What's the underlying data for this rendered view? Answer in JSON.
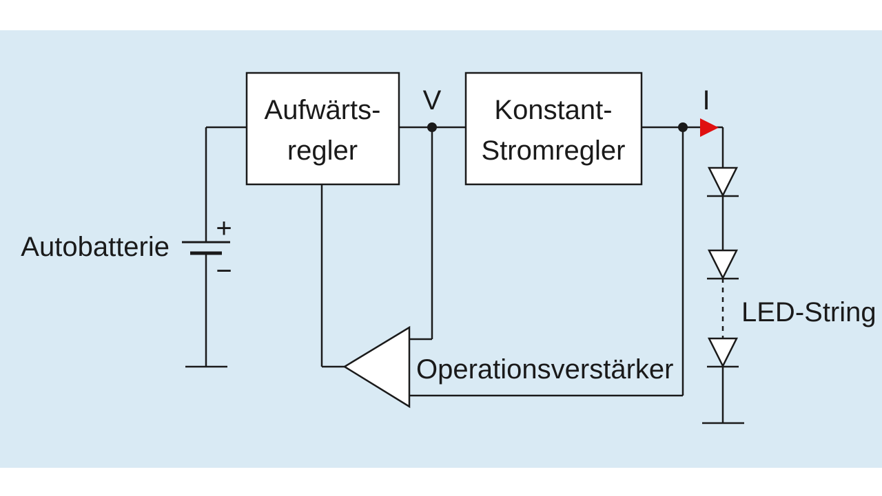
{
  "colors": {
    "page_background": "#ffffff",
    "diagram_background": "#d9eaf4",
    "line": "#1a1a1a",
    "current_arrow": "#e01010",
    "block_fill": "#ffffff"
  },
  "blocks": {
    "boost_regulator": {
      "line1": "Aufwärts-",
      "line2": "regler"
    },
    "constant_current_regulator": {
      "line1": "Konstant-",
      "line2": "Stromregler"
    }
  },
  "labels": {
    "battery": "Autobatterie",
    "plus": "+",
    "minus": "−",
    "voltage_node": "V",
    "current_node": "I",
    "op_amp": "Operationsverstärker",
    "led_string": "LED-String"
  },
  "icons": {
    "battery": "battery-icon",
    "op_amp": "op-amp-triangle-icon",
    "led": "diode-icon",
    "ground": "ground-icon",
    "current_arrow": "arrow-right-icon"
  }
}
